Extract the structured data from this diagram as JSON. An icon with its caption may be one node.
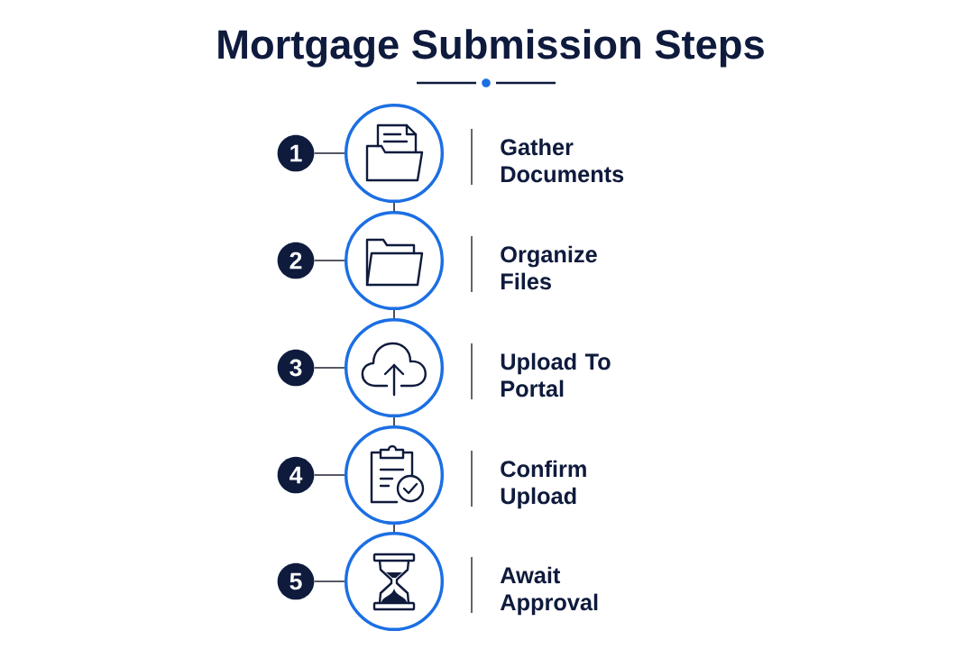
{
  "diagram": {
    "title": "Mortgage Submission Steps",
    "nodes": [
      {
        "text": [
          "1"
        ]
      },
      {
        "text": [],
        "shape": "circle",
        "beside": [
          "Gather Documents"
        ]
      },
      {
        "text": [
          "2"
        ]
      },
      {
        "text": [],
        "shape": "circle",
        "beside": [
          "Organize Files"
        ]
      },
      {
        "text": [
          "3"
        ]
      },
      {
        "text": [],
        "shape": "circle",
        "beside": [
          "Upload To Portal"
        ]
      },
      {
        "text": [
          "4"
        ]
      },
      {
        "text": [],
        "shape": "circle",
        "beside": [
          "Confirm Upload"
        ]
      },
      {
        "text": [
          "5"
        ]
      },
      {
        "text": [],
        "shape": "circle",
        "beside": [
          "Await Approval"
        ]
      }
    ],
    "edges": [
      {
        "from": 0,
        "to": 1,
        "arrow": "none"
      },
      {
        "from": 1,
        "to": 3,
        "arrow": "none"
      },
      {
        "from": 2,
        "to": 3,
        "arrow": "none"
      },
      {
        "from": 3,
        "to": 5,
        "arrow": "none"
      },
      {
        "from": 4,
        "to": 5,
        "arrow": "none"
      },
      {
        "from": 5,
        "to": 7,
        "arrow": "none"
      },
      {
        "from": 6,
        "to": 7,
        "arrow": "none"
      },
      {
        "from": 7,
        "to": 9,
        "arrow": "none"
      },
      {
        "from": 8,
        "to": 9,
        "arrow": "none"
      }
    ]
  }
}
